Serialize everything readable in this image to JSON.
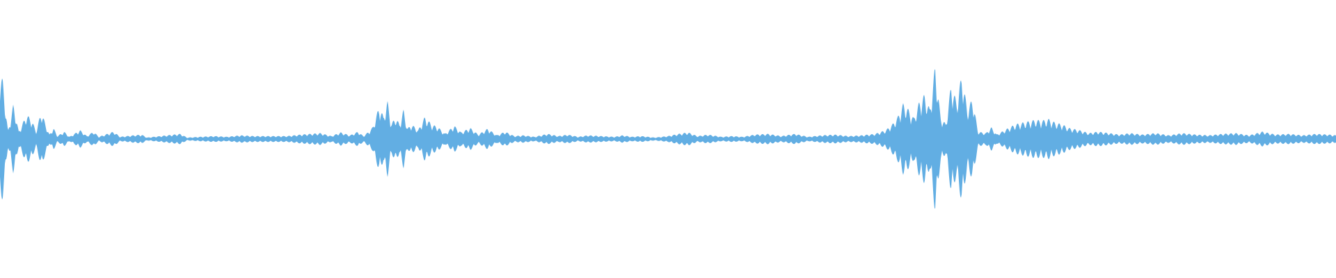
{
  "colors": {
    "background": "#ffffff",
    "waveform": "#62aee3"
  },
  "waveform": {
    "baseline_fraction": 0.5,
    "envelope": [
      [
        0.0,
        0.92
      ],
      [
        0.002,
        0.8
      ],
      [
        0.004,
        0.45
      ],
      [
        0.006,
        0.1
      ],
      [
        0.01,
        0.47
      ],
      [
        0.012,
        0.3
      ],
      [
        0.014,
        0.1
      ],
      [
        0.02,
        0.33
      ],
      [
        0.024,
        0.25
      ],
      [
        0.027,
        0.1
      ],
      [
        0.031,
        0.38
      ],
      [
        0.034,
        0.2
      ],
      [
        0.037,
        0.06
      ],
      [
        0.04,
        0.15
      ],
      [
        0.043,
        0.04
      ],
      [
        0.048,
        0.1
      ],
      [
        0.052,
        0.03
      ],
      [
        0.06,
        0.12
      ],
      [
        0.065,
        0.04
      ],
      [
        0.07,
        0.1
      ],
      [
        0.074,
        0.03
      ],
      [
        0.085,
        0.1
      ],
      [
        0.09,
        0.03
      ],
      [
        0.1,
        0.05
      ],
      [
        0.106,
        0.06
      ],
      [
        0.11,
        0.02
      ],
      [
        0.135,
        0.07
      ],
      [
        0.14,
        0.02
      ],
      [
        0.15,
        0.03
      ],
      [
        0.16,
        0.04
      ],
      [
        0.17,
        0.03
      ],
      [
        0.18,
        0.05
      ],
      [
        0.19,
        0.04
      ],
      [
        0.2,
        0.04
      ],
      [
        0.215,
        0.04
      ],
      [
        0.225,
        0.06
      ],
      [
        0.232,
        0.07
      ],
      [
        0.24,
        0.08
      ],
      [
        0.248,
        0.04
      ],
      [
        0.255,
        0.09
      ],
      [
        0.262,
        0.05
      ],
      [
        0.268,
        0.1
      ],
      [
        0.272,
        0.04
      ],
      [
        0.276,
        0.1
      ],
      [
        0.279,
        0.16
      ],
      [
        0.284,
        0.45
      ],
      [
        0.287,
        0.3
      ],
      [
        0.29,
        0.52
      ],
      [
        0.293,
        0.2
      ],
      [
        0.296,
        0.3
      ],
      [
        0.299,
        0.2
      ],
      [
        0.302,
        0.4
      ],
      [
        0.305,
        0.14
      ],
      [
        0.308,
        0.2
      ],
      [
        0.313,
        0.12
      ],
      [
        0.318,
        0.3
      ],
      [
        0.323,
        0.2
      ],
      [
        0.328,
        0.16
      ],
      [
        0.333,
        0.07
      ],
      [
        0.34,
        0.18
      ],
      [
        0.345,
        0.09
      ],
      [
        0.352,
        0.15
      ],
      [
        0.358,
        0.06
      ],
      [
        0.365,
        0.14
      ],
      [
        0.372,
        0.05
      ],
      [
        0.378,
        0.1
      ],
      [
        0.385,
        0.04
      ],
      [
        0.392,
        0.05
      ],
      [
        0.4,
        0.03
      ],
      [
        0.41,
        0.07
      ],
      [
        0.418,
        0.04
      ],
      [
        0.425,
        0.06
      ],
      [
        0.433,
        0.03
      ],
      [
        0.44,
        0.05
      ],
      [
        0.45,
        0.04
      ],
      [
        0.46,
        0.03
      ],
      [
        0.466,
        0.05
      ],
      [
        0.473,
        0.03
      ],
      [
        0.48,
        0.04
      ],
      [
        0.49,
        0.02
      ],
      [
        0.5,
        0.04
      ],
      [
        0.508,
        0.07
      ],
      [
        0.515,
        0.09
      ],
      [
        0.522,
        0.04
      ],
      [
        0.53,
        0.06
      ],
      [
        0.54,
        0.03
      ],
      [
        0.548,
        0.04
      ],
      [
        0.556,
        0.03
      ],
      [
        0.565,
        0.06
      ],
      [
        0.575,
        0.07
      ],
      [
        0.585,
        0.04
      ],
      [
        0.595,
        0.07
      ],
      [
        0.605,
        0.03
      ],
      [
        0.615,
        0.05
      ],
      [
        0.625,
        0.06
      ],
      [
        0.635,
        0.04
      ],
      [
        0.645,
        0.05
      ],
      [
        0.655,
        0.07
      ],
      [
        0.663,
        0.12
      ],
      [
        0.668,
        0.2
      ],
      [
        0.672,
        0.3
      ],
      [
        0.676,
        0.48
      ],
      [
        0.68,
        0.4
      ],
      [
        0.684,
        0.28
      ],
      [
        0.688,
        0.5
      ],
      [
        0.692,
        0.6
      ],
      [
        0.696,
        0.4
      ],
      [
        0.7,
        1.0
      ],
      [
        0.704,
        0.3
      ],
      [
        0.708,
        0.2
      ],
      [
        0.712,
        0.75
      ],
      [
        0.716,
        0.5
      ],
      [
        0.72,
        0.88
      ],
      [
        0.724,
        0.4
      ],
      [
        0.728,
        0.55
      ],
      [
        0.732,
        0.1
      ],
      [
        0.738,
        0.08
      ],
      [
        0.742,
        0.16
      ],
      [
        0.746,
        0.06
      ],
      [
        0.75,
        0.1
      ],
      [
        0.755,
        0.15
      ],
      [
        0.76,
        0.2
      ],
      [
        0.765,
        0.22
      ],
      [
        0.77,
        0.24
      ],
      [
        0.775,
        0.26
      ],
      [
        0.78,
        0.25
      ],
      [
        0.785,
        0.27
      ],
      [
        0.79,
        0.22
      ],
      [
        0.795,
        0.2
      ],
      [
        0.8,
        0.15
      ],
      [
        0.808,
        0.12
      ],
      [
        0.815,
        0.08
      ],
      [
        0.822,
        0.1
      ],
      [
        0.83,
        0.08
      ],
      [
        0.838,
        0.06
      ],
      [
        0.846,
        0.08
      ],
      [
        0.855,
        0.06
      ],
      [
        0.865,
        0.08
      ],
      [
        0.875,
        0.05
      ],
      [
        0.885,
        0.08
      ],
      [
        0.895,
        0.06
      ],
      [
        0.905,
        0.05
      ],
      [
        0.915,
        0.07
      ],
      [
        0.925,
        0.08
      ],
      [
        0.935,
        0.05
      ],
      [
        0.945,
        0.1
      ],
      [
        0.955,
        0.06
      ],
      [
        0.965,
        0.07
      ],
      [
        0.975,
        0.05
      ],
      [
        0.985,
        0.07
      ],
      [
        0.995,
        0.06
      ],
      [
        1.0,
        0.05
      ]
    ],
    "max_half_height_fraction": 0.27
  }
}
